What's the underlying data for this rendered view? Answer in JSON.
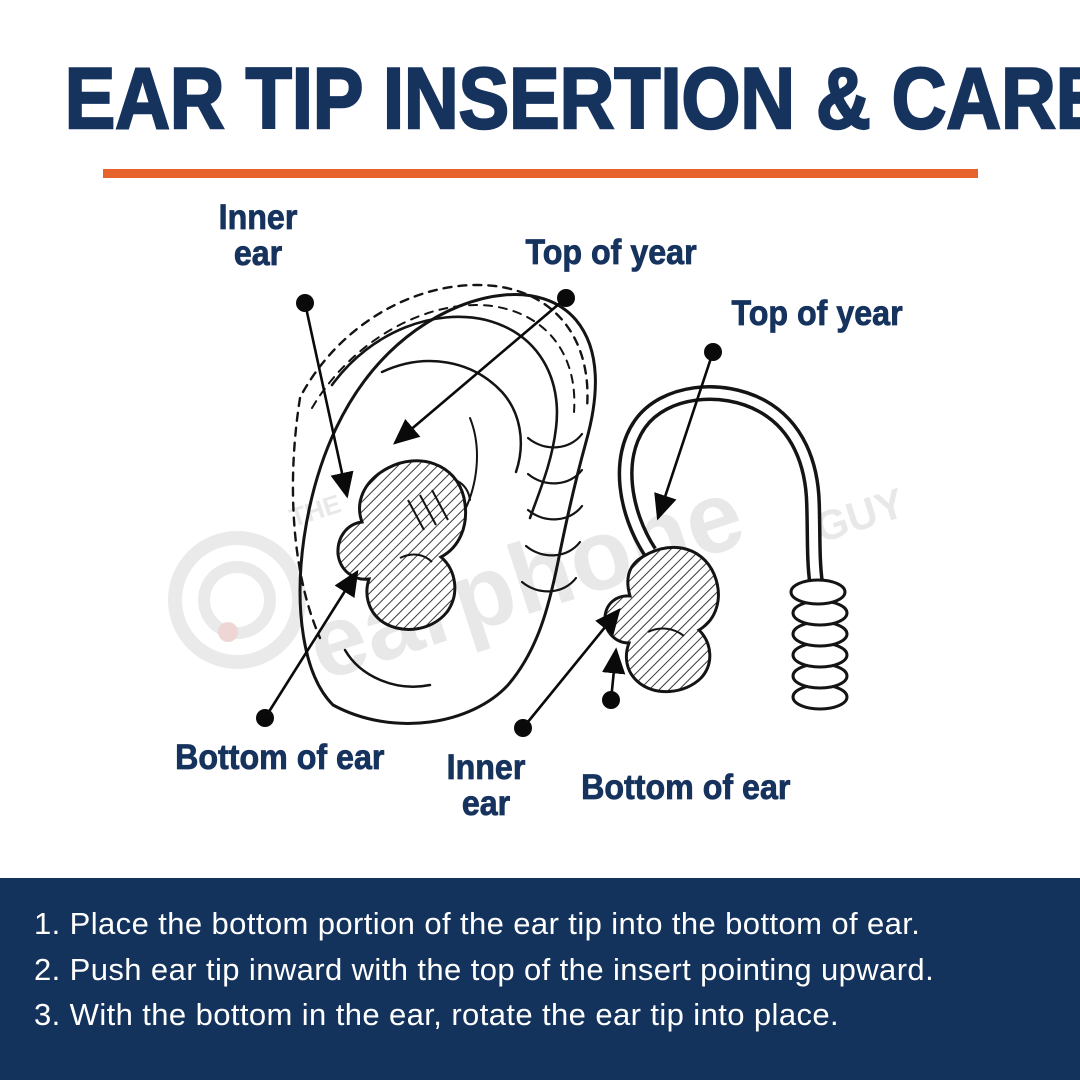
{
  "header": {
    "title": "EAR TIP INSERTION & CARE"
  },
  "diagram": {
    "labels": {
      "inner_ear_top_line1": "Inner",
      "inner_ear_top_line2": "ear",
      "top_of_ear_left": "Top of year",
      "top_of_ear_right": "Top of year",
      "bottom_of_ear_left": "Bottom of ear",
      "inner_ear_bottom_line1": "Inner",
      "inner_ear_bottom_line2": "ear",
      "bottom_of_ear_right": "Bottom of ear"
    },
    "watermark": {
      "top": "THE",
      "main": "earphone",
      "sub": "GUY"
    }
  },
  "footer": {
    "steps": [
      "1. Place the bottom portion of the ear tip into the bottom of ear.",
      "2. Push ear tip inward with the top of the insert pointing upward.",
      "3. With the bottom in the ear, rotate the ear tip into place."
    ]
  },
  "colors": {
    "navy": "#16335e",
    "orange": "#e8622b",
    "footer_bg": "#14335c"
  }
}
